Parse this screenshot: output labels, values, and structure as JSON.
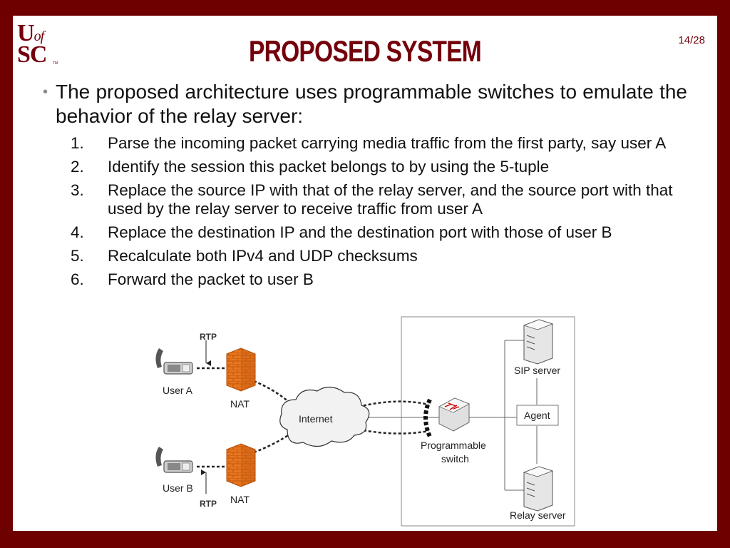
{
  "logo": {
    "line1": "U",
    "line1_small": "of",
    "line2": "SC",
    "tm": "TM"
  },
  "slide": {
    "title": "PROPOSED SYSTEM",
    "page": "14/28"
  },
  "intro": "The proposed architecture uses programmable switches to emulate the behavior of the relay server:",
  "steps": [
    {
      "num": "1.",
      "text": "Parse the incoming packet carrying media traffic from the first party, say user A"
    },
    {
      "num": "2.",
      "text": "Identify the session this packet belongs to by using the 5-tuple"
    },
    {
      "num": "3.",
      "text": "Replace the source IP with that of the relay server, and the source port with that used by the relay server to receive traffic from user A"
    },
    {
      "num": "4.",
      "text": "Replace the destination IP and the destination port with those of user B"
    },
    {
      "num": "5.",
      "text": "Recalculate both IPv4 and UDP checksums"
    },
    {
      "num": "6.",
      "text": "Forward the packet to user B"
    }
  ],
  "diagram": {
    "rtp_top": "RTP",
    "rtp_bottom": "RTP",
    "user_a": "User A",
    "user_b": "User B",
    "nat_top": "NAT",
    "nat_bottom": "NAT",
    "internet": "Internet",
    "switch_line1": "Programmable",
    "switch_line2": "switch",
    "sip_server": "SIP server",
    "agent": "Agent",
    "relay_server": "Relay server",
    "colors": {
      "brand": "#73000a",
      "firewall": "#e8761e",
      "border": "#6e0000"
    }
  }
}
